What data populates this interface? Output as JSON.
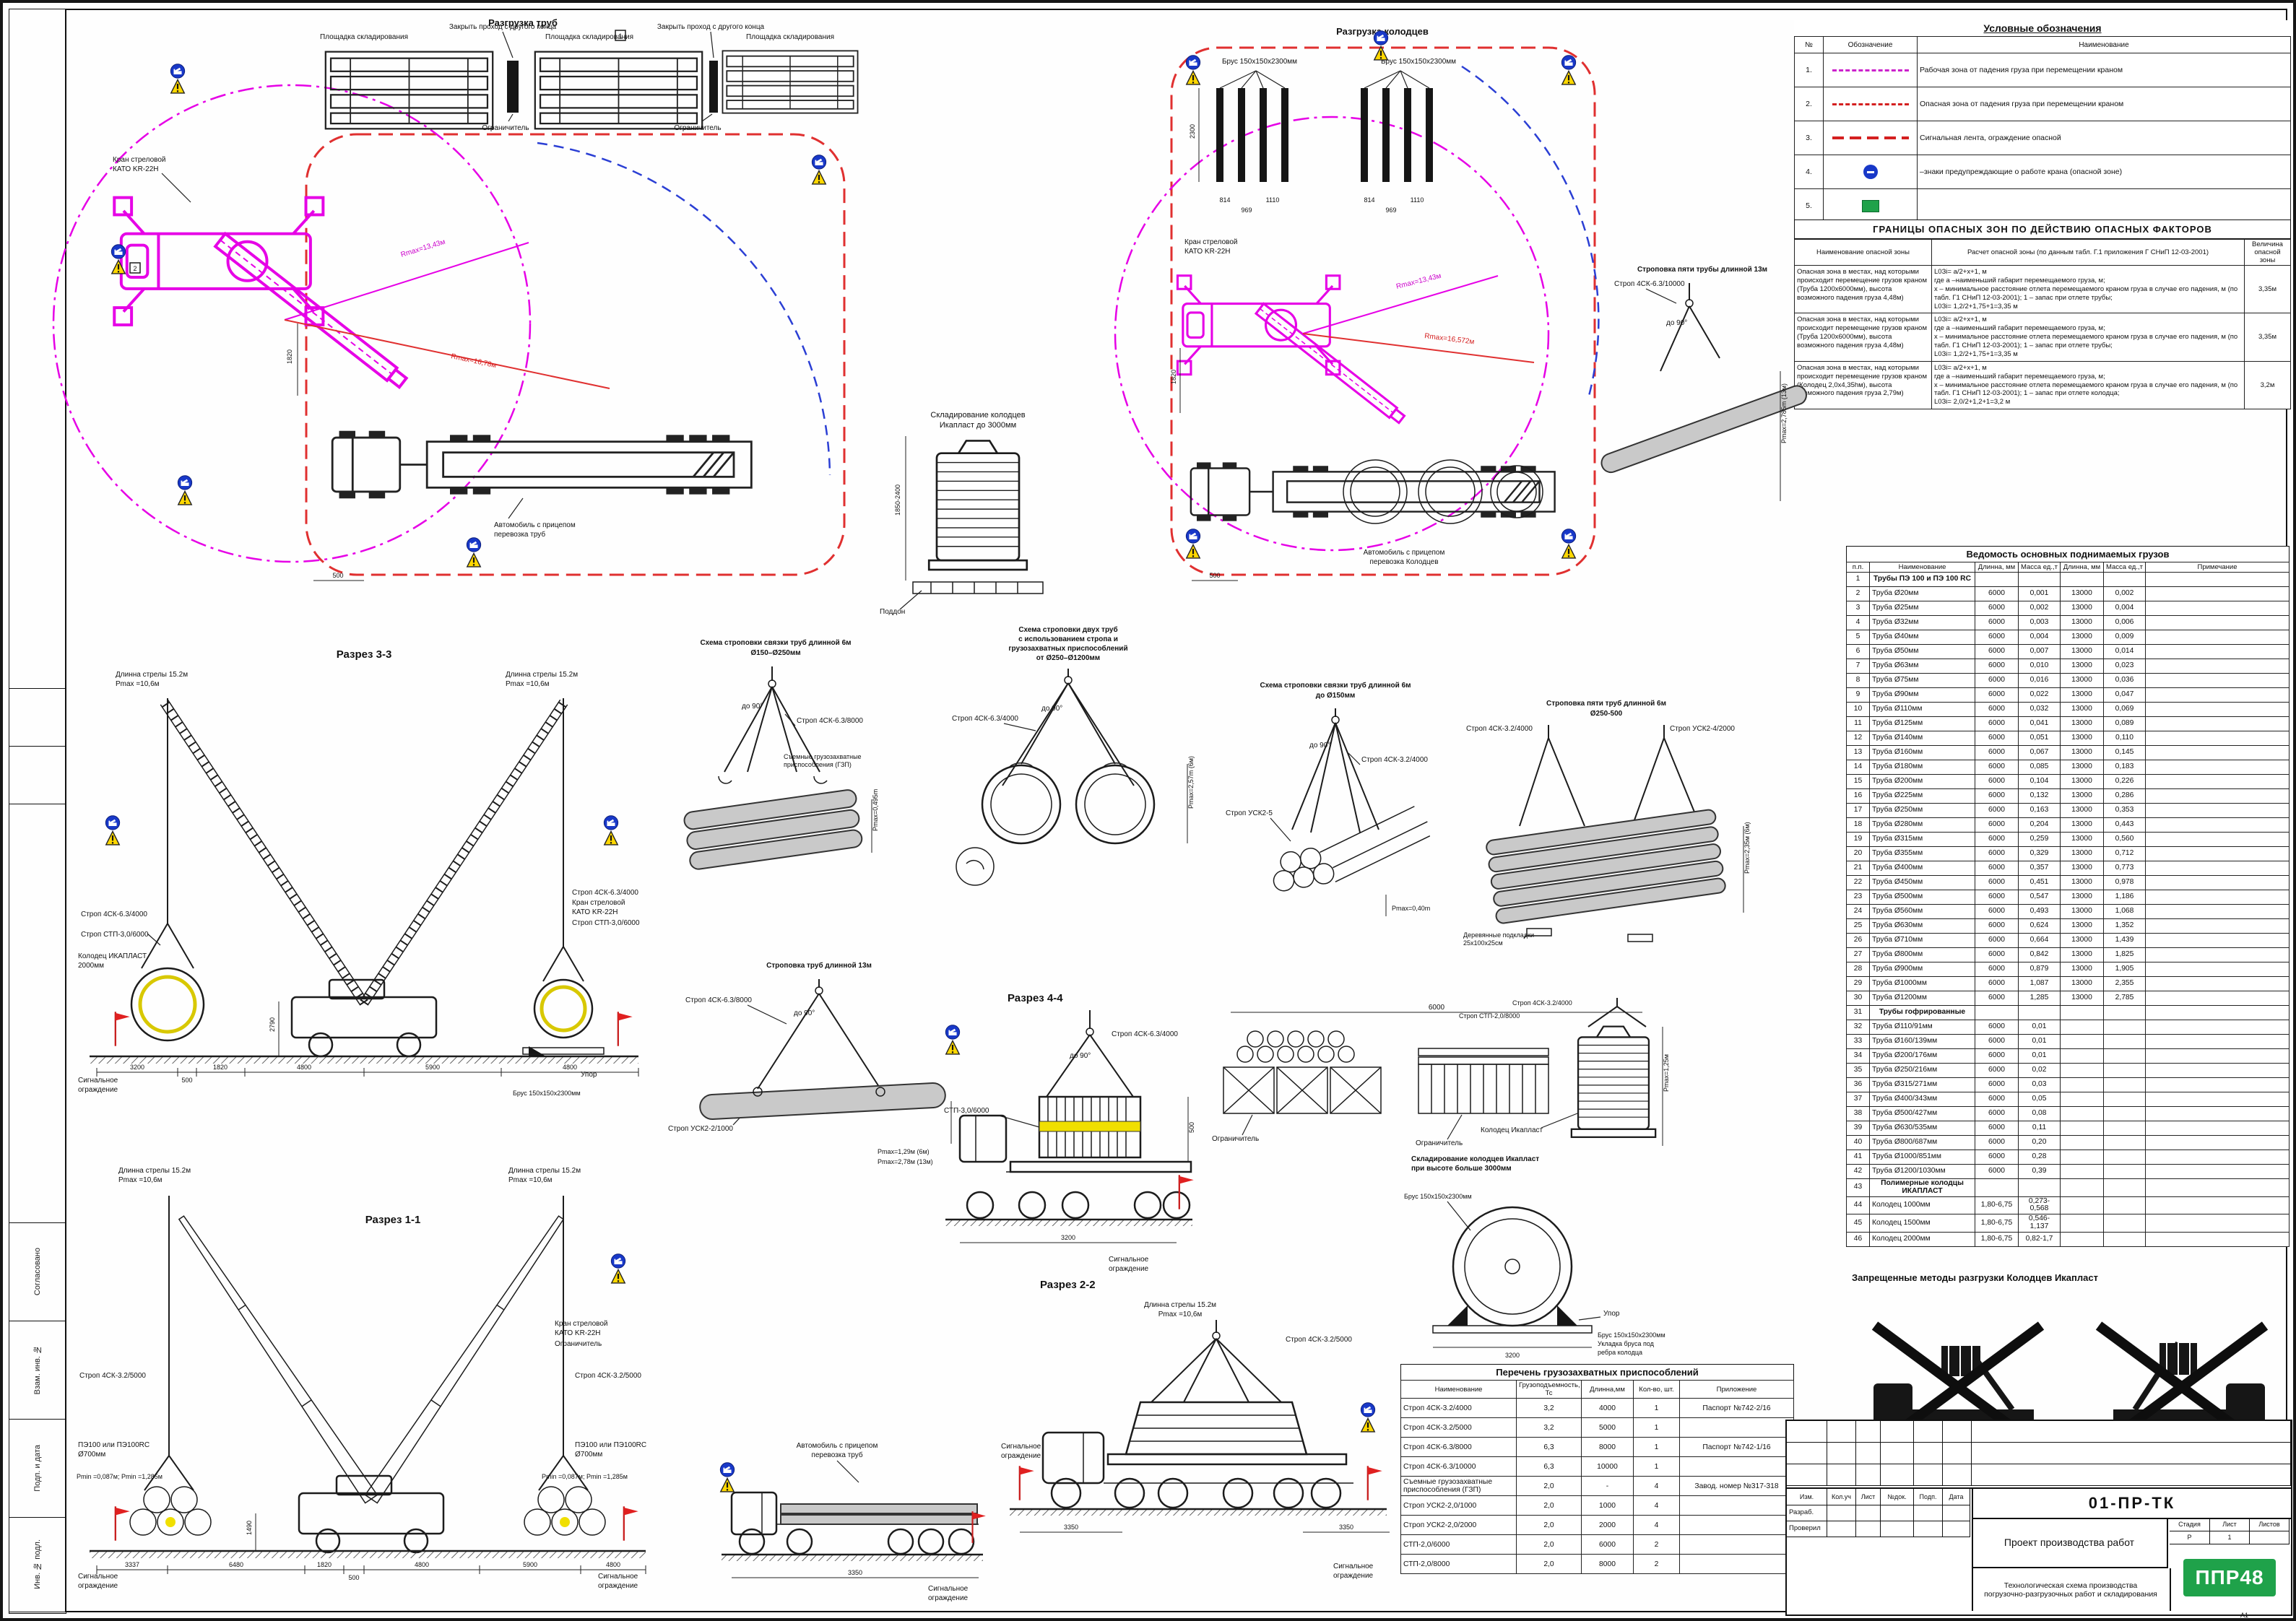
{
  "sheet": {
    "doc_number": "01-ПР-ТК",
    "format": "А1",
    "logo": "ППР48",
    "accent_magenta": "#e600e6",
    "accent_red": "#e03030",
    "accent_blue": "#2b3fd4",
    "accent_yellow": "#f0df00",
    "logo_green": "#1fa24a"
  },
  "side_strip": {
    "items": [
      {
        "label": "Согласовано"
      },
      {
        "label": "Взам. инв. №"
      },
      {
        "label": "Подп. и дата"
      },
      {
        "label": "Инв. № подл."
      }
    ]
  },
  "common": {
    "crane1": "Кран стреловой",
    "crane2": "КАТО KR-22Н",
    "limiter": "Ограничитель",
    "brus": "Брус 150х150х2300мм",
    "signal1": "Сигнальное",
    "signal2": "ограждение",
    "upor": "Упор",
    "do90": "до 90°",
    "strop_4sk32_4000": "Строп 4СК-3.2/4000",
    "strop_4sk32_5000": "Строп 4СК-3.2/5000",
    "strop_4sk63_4000": "Строп 4СК-6.3/4000",
    "strop_4sk63_8000": "Строп 4СК-6.3/8000",
    "strop_4sk63_10000": "Строп 4СК-6.3/10000",
    "strop_stp30_6000": "Строп СТП-3,0/6000",
    "stp30_6000": "СТП-3,0/6000",
    "strop_stp20_8000": "Строп СТП-2,0/8000",
    "strop_usk2_5": "Строп УСК2-5",
    "strop_usk24_2000": "Строп УСК2-4/2000",
    "strop_usk22_1000": "Строп УСК2-2/1000",
    "dlina_strely": "Длинна стрелы 15.2м",
    "pmax106": "Pmax =10,6м",
    "truck_pipes1": "Автомобиль с прицепом",
    "truck_pipes2": "перевозка труб",
    "truck_wells2": "перевозка Колодцев",
    "gzp1": "Съемные грузозахватные",
    "gzp2": "приспособления (ГЗП)",
    "pe100": "ПЭ100 или ПЭ100RC",
    "pe100d": "Ø700мм",
    "rmax1343": "Rmax=13,43м",
    "dim500": "500",
    "dim1820": "1820",
    "dim2790": "2790",
    "dim3200": "3200",
    "dim4800": "4800",
    "dim5900": "5900",
    "dim3350": "3350",
    "dim6000": "6000",
    "dim2300": "2300",
    "dim814": "814",
    "dim969": "969",
    "dim1110": "1110",
    "dim3337": "3337",
    "dim6480": "6480",
    "dim1490": "1490"
  },
  "plan_pipes": {
    "title": "Разгрузка труб",
    "storage": "Площадка складирования",
    "close": "Закрыть проход с другого конца",
    "rmax1": "Rmax=13,43м",
    "rmax2": "Rmax=16,78м",
    "mark1": "1",
    "mark2": "2"
  },
  "plan_wells": {
    "title": "Разгрузка колодцев",
    "rmax2": "Rmax=16,572м"
  },
  "storage_small": {
    "t1": "Складирование колодцев",
    "t2": "Икапласт до 3000мм",
    "pallet": "Поддон",
    "dim": "1850-2400"
  },
  "scheme1": {
    "t1": "Схема строповки связки труб длинной 6м",
    "t2": "Ø150–Ø250мм",
    "pmax": "Pmax=0,495m"
  },
  "scheme2": {
    "t1": "Схема строповки двух труб",
    "t2": "с использованием стропа и",
    "t3": "грузозахватных приспособлений",
    "t4": "от Ø250–Ø1200мм",
    "pmax": "Pmax=2,57m (6м)"
  },
  "scheme3": {
    "t1": "Схема строповки связки труб длинной 6м",
    "t2": "до Ø150мм",
    "pmax": "Pmax=0,40m"
  },
  "scheme4": {
    "t": "Строповка пяти трубы длинной 13м",
    "pmax": "Pmax=2,785m (13м)"
  },
  "scheme5": {
    "t1": "Строповка пяти труб длинной 6м",
    "t2": "Ø250-500",
    "wood1": "Деревянные подкладки",
    "wood2": "25х100х25см",
    "pmax": "Pmax=2,35м (6м)"
  },
  "scheme6": {
    "t": "Строповка труб длинной 13м",
    "pmax1": "Pmax=1,29м (6м)",
    "pmax2": "Pmax=2,78м (13м)"
  },
  "s33": {
    "t": "Разрез 3-3",
    "well1": "Колодец ИКАПЛАСТ",
    "well2": "2000мм"
  },
  "s11": {
    "t": "Разрез 1-1",
    "pmin": "Pmin =0,087м; Pmin =1,285м"
  },
  "s22": {
    "t": "Разрез 2-2"
  },
  "s44": {
    "t": "Разрез 4-4"
  },
  "fence": {
    "well": "Колодец Икапласт",
    "pmax": "Pmax=1,25м"
  },
  "storage_big": {
    "t1": "Складирование колодцев Икапласт",
    "t2": "при высоте больше 3000мм",
    "brus2_1": "Брус 150х150х2300мм",
    "brus2_2": "Укладка бруса под",
    "brus2_3": "ребра колодца"
  },
  "forbidden": {
    "t": "Запрещенные методы разгрузки Колодцев Икапласт"
  },
  "legend": {
    "title": "Условные обозначения",
    "headers": [
      "№",
      "Обозначение",
      "Наименование"
    ],
    "rows": [
      {
        "num": "1.",
        "sym": "work-zone",
        "name": "Рабочая зона от падения груза при перемещении краном"
      },
      {
        "num": "2.",
        "sym": "danger-zone",
        "name": "Опасная зона от падения груза при перемещении краном"
      },
      {
        "num": "3.",
        "sym": "signal-line",
        "name": "Сигнальная лента, ограждение опасной"
      },
      {
        "num": "4.",
        "sym": "crane-sign",
        "name": "–знаки предупреждающие о работе крана (опасной зоне)"
      },
      {
        "num": "5.",
        "sym": "green-sign",
        "name": ""
      }
    ]
  },
  "danger_zones": {
    "title": "ГРАНИЦЫ ОПАСНЫХ ЗОН ПО ДЕЙСТВИЮ ОПАСНЫХ ФАКТОРОВ",
    "headers": [
      "Наименование опасной зоны",
      "Расчет опасной зоны (по данным табл. Г.1 приложения Г СНиП 12-03-2001)",
      "Величина опасной зоны"
    ],
    "rows": [
      {
        "zone": "Опасная зона в местах, над которыми происходит перемещение грузов краном (Труба 1200х6000мм), высота возможного падения груза 4,48м)",
        "calc": "L0Зi= а/2+х+1, м\nгде а –наименьший габарит перемещаемого груза, м;\nх – минимальное расстояние отлета перемещаемого краном груза в случае его падения, м (по табл. Г1 СНиП 12-03-2001); 1 – запас при отлете трубы;\nL0Зi= 1,2/2+1,75+1=3,35 м",
        "value": "3,35м"
      },
      {
        "zone": "Опасная зона в местах, над которыми происходит перемещение грузов краном (Труба 1200х6000мм), высота возможного падения груза 4,48м)",
        "calc": "L0Зi= а/2+х+1, м\nгде а –наименьший габарит перемещаемого груза, м;\nх – минимальное расстояние отлета перемещаемого краном груза в случае его падения, м (по табл. Г1 СНиП 12-03-2001); 1 – запас при отлете трубы;\nL0Зi= 1,2/2+1,75+1=3,35 м",
        "value": "3,35м"
      },
      {
        "zone": "Опасная зона в местах, над которыми происходит перемещение грузов краном (Колодец 2,0х4,35hм), высота возможного падения груза 2,79м)",
        "calc": "L0Зi= а/2+х+1, м\nгде а –наименьший габарит перемещаемого груза, м;\nх – минимальное расстояние отлета перемещаемого краном груза в случае его падения, м (по табл. Г1 СНиП 12-03-2001); 1 – запас при отлете колодца;\nL0Зi= 2,0/2+1,2+1=3,2 м",
        "value": "3,2м"
      }
    ]
  },
  "loads_table": {
    "title": "Ведомость основных поднимаемых грузов",
    "headers": [
      "п.п.",
      "Наименование",
      "Длинна, мм",
      "Масса ед.,т",
      "Длинна, мм",
      "Масса ед.,т",
      "Примечание"
    ],
    "rows": [
      {
        "n": "1",
        "name": "Трубы ПЭ 100 и ПЭ 100 RC",
        "sec": "1"
      },
      {
        "n": "2",
        "name": "Труба Ø20мм",
        "l1": "6000",
        "m1": "0,001",
        "l2": "13000",
        "m2": "0,002",
        "note": ""
      },
      {
        "n": "3",
        "name": "Труба Ø25мм",
        "l1": "6000",
        "m1": "0,002",
        "l2": "13000",
        "m2": "0,004",
        "note": ""
      },
      {
        "n": "4",
        "name": "Труба Ø32мм",
        "l1": "6000",
        "m1": "0,003",
        "l2": "13000",
        "m2": "0,006",
        "note": ""
      },
      {
        "n": "5",
        "name": "Труба Ø40мм",
        "l1": "6000",
        "m1": "0,004",
        "l2": "13000",
        "m2": "0,009",
        "note": ""
      },
      {
        "n": "6",
        "name": "Труба Ø50мм",
        "l1": "6000",
        "m1": "0,007",
        "l2": "13000",
        "m2": "0,014",
        "note": ""
      },
      {
        "n": "7",
        "name": "Труба Ø63мм",
        "l1": "6000",
        "m1": "0,010",
        "l2": "13000",
        "m2": "0,023",
        "note": ""
      },
      {
        "n": "8",
        "name": "Труба Ø75мм",
        "l1": "6000",
        "m1": "0,016",
        "l2": "13000",
        "m2": "0,036",
        "note": ""
      },
      {
        "n": "9",
        "name": "Труба Ø90мм",
        "l1": "6000",
        "m1": "0,022",
        "l2": "13000",
        "m2": "0,047",
        "note": ""
      },
      {
        "n": "10",
        "name": "Труба Ø110мм",
        "l1": "6000",
        "m1": "0,032",
        "l2": "13000",
        "m2": "0,069",
        "note": ""
      },
      {
        "n": "11",
        "name": "Труба Ø125мм",
        "l1": "6000",
        "m1": "0,041",
        "l2": "13000",
        "m2": "0,089",
        "note": ""
      },
      {
        "n": "12",
        "name": "Труба Ø140мм",
        "l1": "6000",
        "m1": "0,051",
        "l2": "13000",
        "m2": "0,110",
        "note": ""
      },
      {
        "n": "13",
        "name": "Труба Ø160мм",
        "l1": "6000",
        "m1": "0,067",
        "l2": "13000",
        "m2": "0,145",
        "note": ""
      },
      {
        "n": "14",
        "name": "Труба Ø180мм",
        "l1": "6000",
        "m1": "0,085",
        "l2": "13000",
        "m2": "0,183",
        "note": ""
      },
      {
        "n": "15",
        "name": "Труба Ø200мм",
        "l1": "6000",
        "m1": "0,104",
        "l2": "13000",
        "m2": "0,226",
        "note": ""
      },
      {
        "n": "16",
        "name": "Труба Ø225мм",
        "l1": "6000",
        "m1": "0,132",
        "l2": "13000",
        "m2": "0,286",
        "note": ""
      },
      {
        "n": "17",
        "name": "Труба Ø250мм",
        "l1": "6000",
        "m1": "0,163",
        "l2": "13000",
        "m2": "0,353",
        "note": ""
      },
      {
        "n": "18",
        "name": "Труба Ø280мм",
        "l1": "6000",
        "m1": "0,204",
        "l2": "13000",
        "m2": "0,443",
        "note": ""
      },
      {
        "n": "19",
        "name": "Труба Ø315мм",
        "l1": "6000",
        "m1": "0,259",
        "l2": "13000",
        "m2": "0,560",
        "note": ""
      },
      {
        "n": "20",
        "name": "Труба Ø355мм",
        "l1": "6000",
        "m1": "0,329",
        "l2": "13000",
        "m2": "0,712",
        "note": ""
      },
      {
        "n": "21",
        "name": "Труба Ø400мм",
        "l1": "6000",
        "m1": "0,357",
        "l2": "13000",
        "m2": "0,773",
        "note": ""
      },
      {
        "n": "22",
        "name": "Труба Ø450мм",
        "l1": "6000",
        "m1": "0,451",
        "l2": "13000",
        "m2": "0,978",
        "note": ""
      },
      {
        "n": "23",
        "name": "Труба Ø500мм",
        "l1": "6000",
        "m1": "0,547",
        "l2": "13000",
        "m2": "1,186",
        "note": ""
      },
      {
        "n": "24",
        "name": "Труба Ø560мм",
        "l1": "6000",
        "m1": "0,493",
        "l2": "13000",
        "m2": "1,068",
        "note": ""
      },
      {
        "n": "25",
        "name": "Труба Ø630мм",
        "l1": "6000",
        "m1": "0,624",
        "l2": "13000",
        "m2": "1,352",
        "note": ""
      },
      {
        "n": "26",
        "name": "Труба Ø710мм",
        "l1": "6000",
        "m1": "0,664",
        "l2": "13000",
        "m2": "1,439",
        "note": ""
      },
      {
        "n": "27",
        "name": "Труба Ø800мм",
        "l1": "6000",
        "m1": "0,842",
        "l2": "13000",
        "m2": "1,825",
        "note": ""
      },
      {
        "n": "28",
        "name": "Труба Ø900мм",
        "l1": "6000",
        "m1": "0,879",
        "l2": "13000",
        "m2": "1,905",
        "note": ""
      },
      {
        "n": "29",
        "name": "Труба Ø1000мм",
        "l1": "6000",
        "m1": "1,087",
        "l2": "13000",
        "m2": "2,355",
        "note": ""
      },
      {
        "n": "30",
        "name": "Труба Ø1200мм",
        "l1": "6000",
        "m1": "1,285",
        "l2": "13000",
        "m2": "2,785",
        "note": ""
      },
      {
        "n": "31",
        "name": "Трубы гофрированные",
        "sec": "1"
      },
      {
        "n": "32",
        "name": "Труба Ø110/91мм",
        "l1": "6000",
        "m1": "0,01",
        "l2": "",
        "m2": "",
        "note": ""
      },
      {
        "n": "33",
        "name": "Труба Ø160/139мм",
        "l1": "6000",
        "m1": "0,01",
        "l2": "",
        "m2": "",
        "note": ""
      },
      {
        "n": "34",
        "name": "Труба Ø200/176мм",
        "l1": "6000",
        "m1": "0,01",
        "l2": "",
        "m2": "",
        "note": ""
      },
      {
        "n": "35",
        "name": "Труба Ø250/216мм",
        "l1": "6000",
        "m1": "0,02",
        "l2": "",
        "m2": "",
        "note": ""
      },
      {
        "n": "36",
        "name": "Труба Ø315/271мм",
        "l1": "6000",
        "m1": "0,03",
        "l2": "",
        "m2": "",
        "note": ""
      },
      {
        "n": "37",
        "name": "Труба Ø400/343мм",
        "l1": "6000",
        "m1": "0,05",
        "l2": "",
        "m2": "",
        "note": ""
      },
      {
        "n": "38",
        "name": "Труба Ø500/427мм",
        "l1": "6000",
        "m1": "0,08",
        "l2": "",
        "m2": "",
        "note": ""
      },
      {
        "n": "39",
        "name": "Труба Ø630/535мм",
        "l1": "6000",
        "m1": "0,11",
        "l2": "",
        "m2": "",
        "note": ""
      },
      {
        "n": "40",
        "name": "Труба Ø800/687мм",
        "l1": "6000",
        "m1": "0,20",
        "l2": "",
        "m2": "",
        "note": ""
      },
      {
        "n": "41",
        "name": "Труба Ø1000/851мм",
        "l1": "6000",
        "m1": "0,28",
        "l2": "",
        "m2": "",
        "note": ""
      },
      {
        "n": "42",
        "name": "Труба Ø1200/1030мм",
        "l1": "6000",
        "m1": "0,39",
        "l2": "",
        "m2": "",
        "note": ""
      },
      {
        "n": "43",
        "name": "Полимерные колодцы ИКАПЛАСТ",
        "sec": "1"
      },
      {
        "n": "44",
        "name": "Колодец 1000мм",
        "l1": "1,80-6,75",
        "m1": "0,273-0,568",
        "l2": "",
        "m2": "",
        "note": ""
      },
      {
        "n": "45",
        "name": "Колодец 1500мм",
        "l1": "1,80-6,75",
        "m1": "0,546-1,137",
        "l2": "",
        "m2": "",
        "note": ""
      },
      {
        "n": "46",
        "name": "Колодец 2000мм",
        "l1": "1,80-6,75",
        "m1": "0,82-1,7",
        "l2": "",
        "m2": "",
        "note": ""
      }
    ]
  },
  "rigging_table": {
    "title": "Перечень грузозахватных приспособлений",
    "headers": [
      "Наименование",
      "Грузоподъемность, Тс",
      "Длинна,мм",
      "Кол-во, шт.",
      "Приложение"
    ],
    "rows": [
      {
        "name": "Строп 4СК-3.2/4000",
        "cap": "3,2",
        "len": "4000",
        "qty": "1",
        "app": "Паспорт №742-2/16"
      },
      {
        "name": "Строп 4СК-3.2/5000",
        "cap": "3,2",
        "len": "5000",
        "qty": "1",
        "app": ""
      },
      {
        "name": "Строп 4СК-6.3/8000",
        "cap": "6,3",
        "len": "8000",
        "qty": "1",
        "app": "Паспорт №742-1/16"
      },
      {
        "name": "Строп 4СК-6.3/10000",
        "cap": "6,3",
        "len": "10000",
        "qty": "1",
        "app": ""
      },
      {
        "name": "Съемные грузозахватные приспособления (ГЗП)",
        "cap": "2,0",
        "len": "-",
        "qty": "4",
        "app": "Завод. номер №317-318"
      },
      {
        "name": "Строп УСК2-2,0/1000",
        "cap": "2,0",
        "len": "1000",
        "qty": "4",
        "app": ""
      },
      {
        "name": "Строп УСК2-2,0/2000",
        "cap": "2,0",
        "len": "2000",
        "qty": "4",
        "app": ""
      },
      {
        "name": "СТП-2,0/6000",
        "cap": "2,0",
        "len": "6000",
        "qty": "2",
        "app": ""
      },
      {
        "name": "СТП-2,0/8000",
        "cap": "2,0",
        "len": "8000",
        "qty": "2",
        "app": ""
      }
    ]
  },
  "title_block": {
    "doc": "01-ПР-ТК",
    "cols": [
      "Изм.",
      "Кол.уч",
      "Лист",
      "№док.",
      "Подп.",
      "Дата"
    ],
    "roles": [
      "Разраб.",
      "Проверил"
    ],
    "project": "Проект производства работ",
    "subtitle1": "Технологическая схема производства",
    "subtitle2": "погрузочно-разгрузочных работ и складирования",
    "stage_h": [
      "Стадия",
      "Лист",
      "Листов"
    ],
    "stage": "Р",
    "sheet": "1",
    "logo": "ППР48",
    "format": "А1"
  }
}
